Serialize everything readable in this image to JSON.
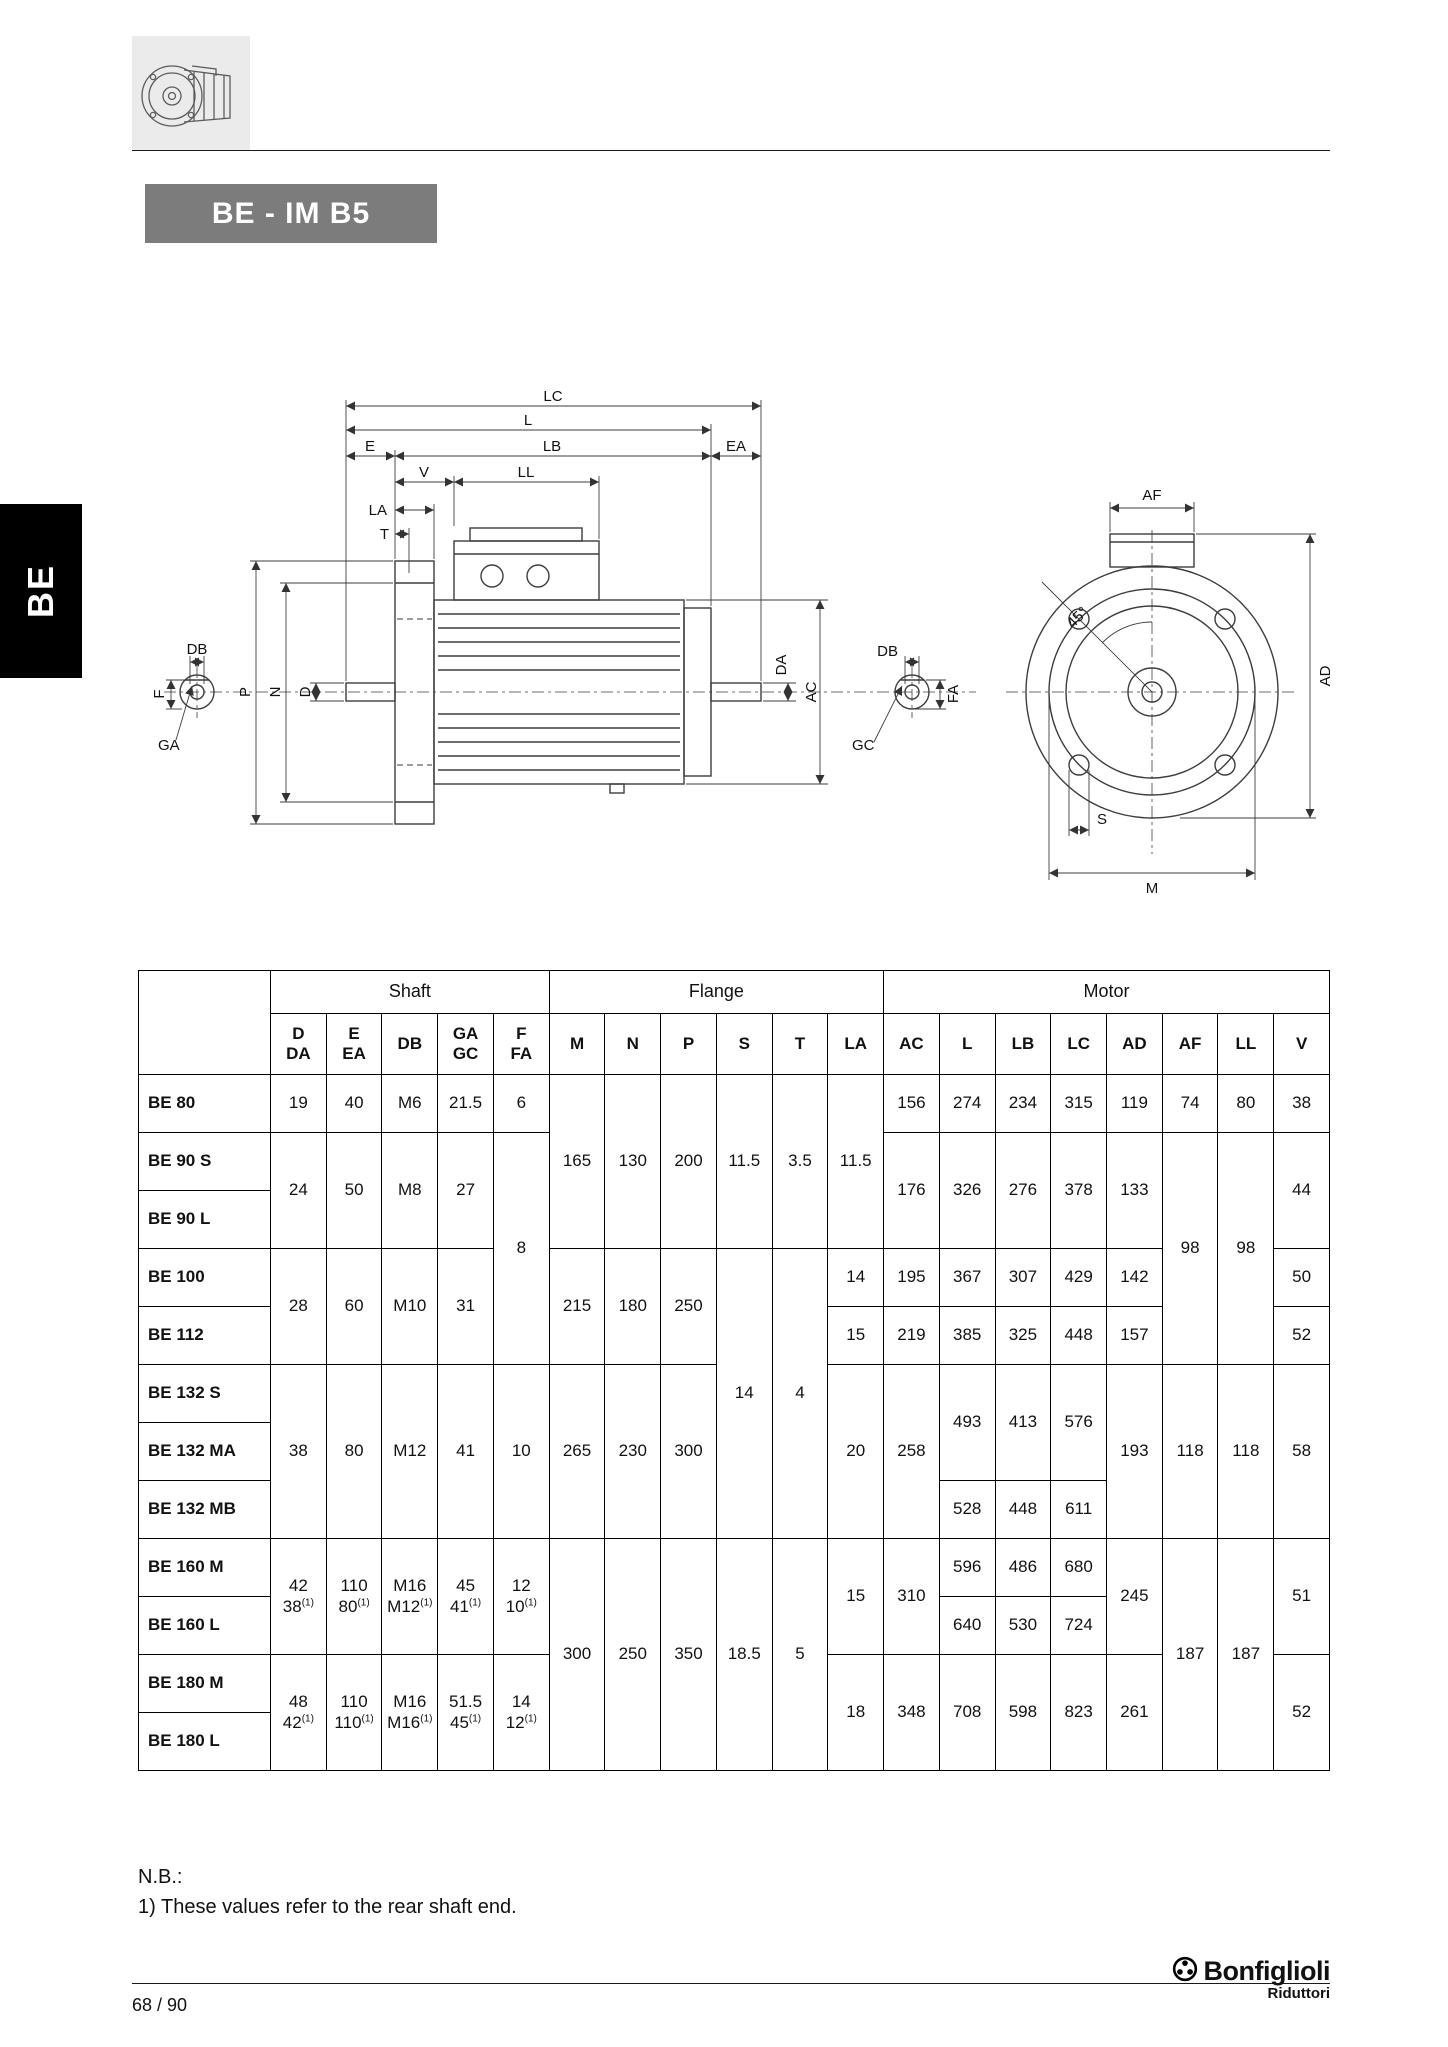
{
  "page": {
    "title": "BE - IM B5",
    "side_tab": "BE",
    "notes": {
      "heading": "N.B.:",
      "line1": "1) These values refer to the rear shaft end."
    },
    "footer": {
      "page_number": "68 / 90",
      "brand": "Bonfiglioli",
      "brand_sub": "Riduttori"
    }
  },
  "diagram": {
    "side": {
      "lc": "LC",
      "l": "L",
      "e": "E",
      "lb": "LB",
      "ea": "EA",
      "v": "V",
      "ll": "LL",
      "la": "LA",
      "t": "T",
      "p": "P",
      "n": "N",
      "d": "D",
      "da": "DA",
      "ac": "AC",
      "db": "DB",
      "f": "F",
      "ga": "GA"
    },
    "shaft_detail": {
      "db": "DB",
      "fa": "FA",
      "gc": "GC"
    },
    "front": {
      "af": "AF",
      "ad": "AD",
      "angle": "45°",
      "s": "S",
      "m": "M"
    }
  },
  "table": {
    "group_headers": [
      {
        "label": "",
        "span": 1,
        "rs": 2
      },
      {
        "label": "Shaft",
        "span": 5
      },
      {
        "label": "Flange",
        "span": 6
      },
      {
        "label": "Motor",
        "span": 8
      }
    ],
    "col_headers": [
      "D\nDA",
      "E\nEA",
      "DB",
      "GA\nGC",
      "F\nFA",
      "M",
      "N",
      "P",
      "S",
      "T",
      "LA",
      "AC",
      "L",
      "LB",
      "LC",
      "AD",
      "AF",
      "LL",
      "V"
    ],
    "rows": [
      {
        "label": "BE 80",
        "cells": [
          {
            "t": "19"
          },
          {
            "t": "40"
          },
          {
            "t": "M6"
          },
          {
            "t": "21.5"
          },
          {
            "t": "6"
          },
          {
            "t": "165",
            "rs": 3
          },
          {
            "t": "130",
            "rs": 3
          },
          {
            "t": "200",
            "rs": 3
          },
          {
            "t": "11.5",
            "rs": 3
          },
          {
            "t": "3.5",
            "rs": 3
          },
          {
            "t": "11.5",
            "rs": 3
          },
          {
            "t": "156"
          },
          {
            "t": "274"
          },
          {
            "t": "234"
          },
          {
            "t": "315"
          },
          {
            "t": "119"
          },
          {
            "t": "74"
          },
          {
            "t": "80"
          },
          {
            "t": "38"
          }
        ]
      },
      {
        "label": "BE 90 S",
        "cells": [
          {
            "t": "24",
            "rs": 2
          },
          {
            "t": "50",
            "rs": 2
          },
          {
            "t": "M8",
            "rs": 2
          },
          {
            "t": "27",
            "rs": 2
          },
          {
            "t": "8",
            "rs": 4
          },
          {
            "t": "176",
            "rs": 2
          },
          {
            "t": "326",
            "rs": 2
          },
          {
            "t": "276",
            "rs": 2
          },
          {
            "t": "378",
            "rs": 2
          },
          {
            "t": "133",
            "rs": 2
          },
          {
            "t": "98",
            "rs": 4
          },
          {
            "t": "98",
            "rs": 4
          },
          {
            "t": "44",
            "rs": 2
          }
        ]
      },
      {
        "label": "BE 90 L",
        "cells": []
      },
      {
        "label": "BE 100",
        "cells": [
          {
            "t": "28",
            "rs": 2
          },
          {
            "t": "60",
            "rs": 2
          },
          {
            "t": "M10",
            "rs": 2
          },
          {
            "t": "31",
            "rs": 2
          },
          {
            "t": "215",
            "rs": 2
          },
          {
            "t": "180",
            "rs": 2
          },
          {
            "t": "250",
            "rs": 2
          },
          {
            "t": "14",
            "rs": 5
          },
          {
            "t": "4",
            "rs": 5
          },
          {
            "t": "14"
          },
          {
            "t": "195"
          },
          {
            "t": "367"
          },
          {
            "t": "307"
          },
          {
            "t": "429"
          },
          {
            "t": "142"
          },
          {
            "t": "50"
          }
        ]
      },
      {
        "label": "BE 112",
        "cells": [
          {
            "t": "15"
          },
          {
            "t": "219"
          },
          {
            "t": "385"
          },
          {
            "t": "325"
          },
          {
            "t": "448"
          },
          {
            "t": "157"
          },
          {
            "t": "52"
          }
        ]
      },
      {
        "label": "BE 132 S",
        "cells": [
          {
            "t": "38",
            "rs": 3
          },
          {
            "t": "80",
            "rs": 3
          },
          {
            "t": "M12",
            "rs": 3
          },
          {
            "t": "41",
            "rs": 3
          },
          {
            "t": "10",
            "rs": 3
          },
          {
            "t": "265",
            "rs": 3
          },
          {
            "t": "230",
            "rs": 3
          },
          {
            "t": "300",
            "rs": 3
          },
          {
            "t": "20",
            "rs": 3
          },
          {
            "t": "258",
            "rs": 3
          },
          {
            "t": "493",
            "rs": 2
          },
          {
            "t": "413",
            "rs": 2
          },
          {
            "t": "576",
            "rs": 2
          },
          {
            "t": "193",
            "rs": 3
          },
          {
            "t": "118",
            "rs": 3
          },
          {
            "t": "118",
            "rs": 3
          },
          {
            "t": "58",
            "rs": 3
          }
        ]
      },
      {
        "label": "BE 132 MA",
        "cells": []
      },
      {
        "label": "BE 132 MB",
        "cells": [
          {
            "t": "528"
          },
          {
            "t": "448"
          },
          {
            "t": "611"
          }
        ]
      },
      {
        "label": "BE 160 M",
        "cells": [
          {
            "t": "42\n38(1)",
            "rs": 2
          },
          {
            "t": "110\n80(1)",
            "rs": 2
          },
          {
            "t": "M16\nM12(1)",
            "rs": 2
          },
          {
            "t": "45\n41(1)",
            "rs": 2
          },
          {
            "t": "12\n10(1)",
            "rs": 2
          },
          {
            "t": "300",
            "rs": 4
          },
          {
            "t": "250",
            "rs": 4
          },
          {
            "t": "350",
            "rs": 4
          },
          {
            "t": "18.5",
            "rs": 4
          },
          {
            "t": "5",
            "rs": 4
          },
          {
            "t": "15",
            "rs": 2
          },
          {
            "t": "310",
            "rs": 2
          },
          {
            "t": "596"
          },
          {
            "t": "486"
          },
          {
            "t": "680"
          },
          {
            "t": "245",
            "rs": 2
          },
          {
            "t": "187",
            "rs": 4
          },
          {
            "t": "187",
            "rs": 4
          },
          {
            "t": "51",
            "rs": 2
          }
        ]
      },
      {
        "label": "BE 160 L",
        "cells": [
          {
            "t": "640"
          },
          {
            "t": "530"
          },
          {
            "t": "724"
          }
        ]
      },
      {
        "label": "BE 180 M",
        "cells": [
          {
            "t": "48\n42(1)",
            "rs": 2
          },
          {
            "t": "110\n110(1)",
            "rs": 2
          },
          {
            "t": "M16\nM16(1)",
            "rs": 2
          },
          {
            "t": "51.5\n45(1)",
            "rs": 2
          },
          {
            "t": "14\n12(1)",
            "rs": 2
          },
          {
            "t": "18",
            "rs": 2
          },
          {
            "t": "348",
            "rs": 2
          },
          {
            "t": "708",
            "rs": 2
          },
          {
            "t": "598",
            "rs": 2
          },
          {
            "t": "823",
            "rs": 2
          },
          {
            "t": "261",
            "rs": 2
          },
          {
            "t": "52",
            "rs": 2
          }
        ]
      },
      {
        "label": "BE 180 L",
        "cells": []
      }
    ]
  }
}
